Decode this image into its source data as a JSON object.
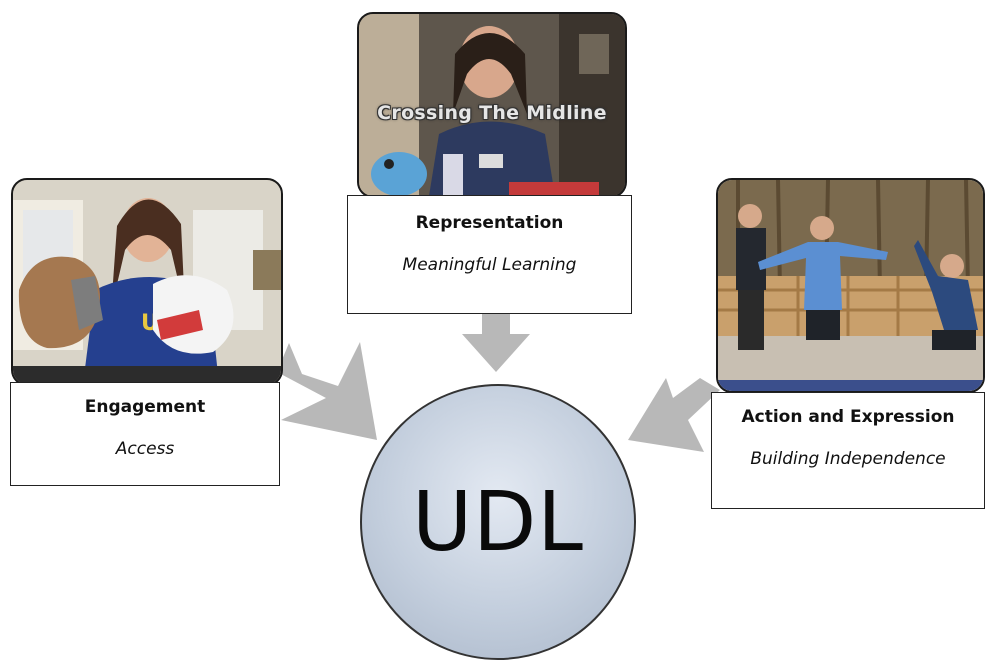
{
  "center": {
    "label": "UDL"
  },
  "nodes": {
    "representation": {
      "title": "Representation",
      "subtitle": "Meaningful Learning",
      "photo_caption": "Crossing The Midline"
    },
    "engagement": {
      "title": "Engagement",
      "subtitle": "Access"
    },
    "action": {
      "title": "Action and Expression",
      "subtitle": "Building Independence"
    }
  },
  "colors": {
    "arrow": "#b8b8b8",
    "circle_fill": "#c3cedd",
    "box_border": "#222222"
  }
}
